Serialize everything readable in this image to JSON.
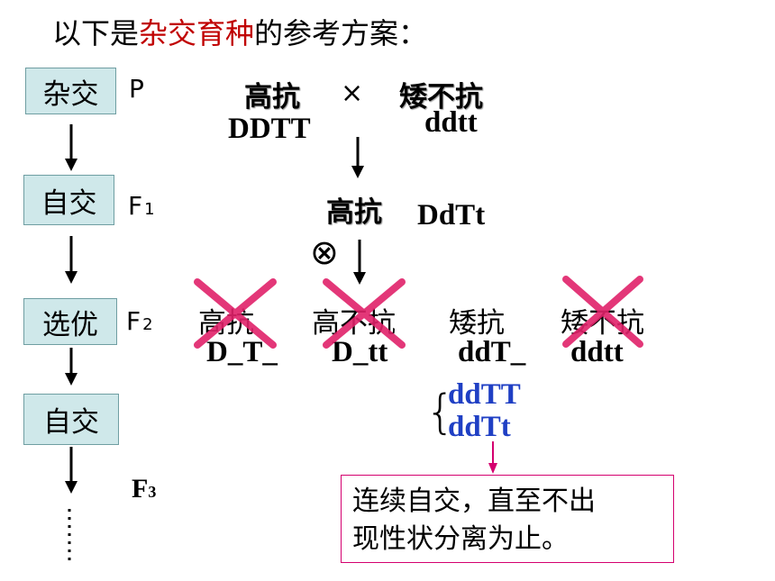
{
  "title": {
    "prefix": "以下是",
    "highlight": "杂交育种",
    "suffix": "的参考方案："
  },
  "steps": [
    "杂交",
    "自交",
    "选优",
    "自交"
  ],
  "generations": {
    "p": "P",
    "f1": "F",
    "f1_sub": "1",
    "f2": "F",
    "f2_sub": "2",
    "f3": "F",
    "f3_sub": "3"
  },
  "parents": {
    "left": "高抗",
    "cross": "×",
    "right": "矮不抗",
    "left_geno": "DDTT",
    "right_geno": "ddtt"
  },
  "f1": {
    "pheno": "高抗",
    "geno": "DdTt",
    "selfing_symbol": "⊗"
  },
  "f2": [
    {
      "pheno": "高抗",
      "geno": "D_T_"
    },
    {
      "pheno": "高不抗",
      "geno": "D_tt"
    },
    {
      "pheno": "矮抗",
      "geno": "ddT_"
    },
    {
      "pheno": "矮不抗",
      "geno": "ddtt"
    }
  ],
  "selected": {
    "brace": "{",
    "g1": "ddTT",
    "g2": "ddTt"
  },
  "note": {
    "line1": "连续自交，直至不出",
    "line2": "现性状分离为止。"
  },
  "colors": {
    "highlight": "#c00000",
    "blue": "#1f3fc4",
    "cross_mark": "#e0226a",
    "box_fill": "#cfe8ea"
  }
}
